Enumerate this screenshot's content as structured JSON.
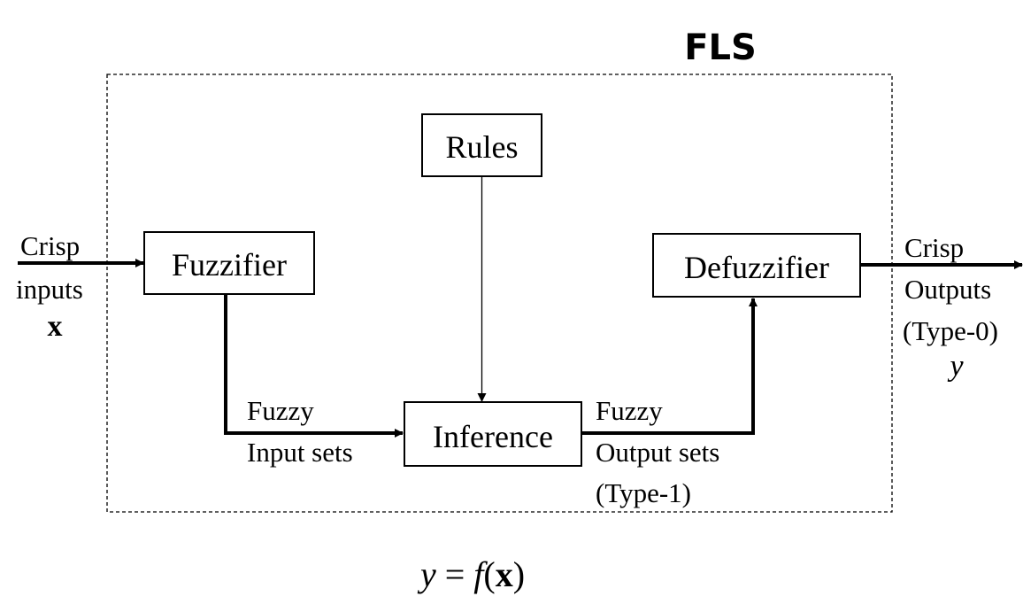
{
  "system_label": "FLS",
  "blocks": {
    "rules": "Rules",
    "fuzzifier": "Fuzzifier",
    "inference": "Inference",
    "defuzzifier": "Defuzzifier"
  },
  "inputs": {
    "line1": "Crisp",
    "line2": "inputs",
    "symbol": "x"
  },
  "outputs": {
    "line1": "Crisp",
    "line2": "Outputs",
    "line3": "(Type-0)",
    "symbol": "y"
  },
  "fuzzy_input": {
    "line1": "Fuzzy",
    "line2": "Input sets"
  },
  "fuzzy_output": {
    "line1": "Fuzzy",
    "line2": "Output sets",
    "line3": "(Type-1)"
  },
  "equation": {
    "lhs": "y",
    "eq": " = ",
    "func": "f",
    "open": "(",
    "arg": "x",
    "close": ")"
  }
}
